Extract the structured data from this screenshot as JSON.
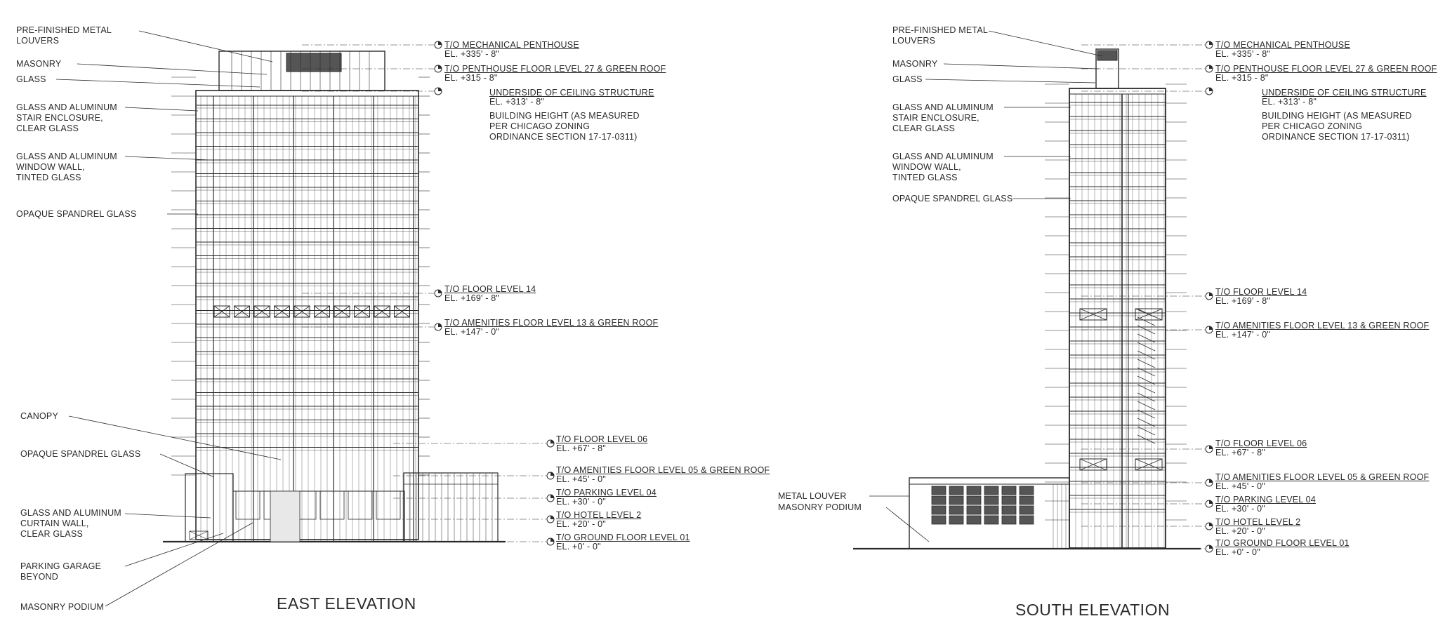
{
  "east": {
    "title": "EAST ELEVATION",
    "labels": [
      "PRE-FINISHED METAL\nLOUVERS",
      "MASONRY",
      "GLASS",
      "GLASS AND ALUMINUM\nSTAIR ENCLOSURE,\nCLEAR GLASS",
      "GLASS AND ALUMINUM\nWINDOW WALL,\nTINTED GLASS",
      "OPAQUE SPANDREL GLASS",
      "CANOPY",
      "OPAQUE SPANDREL GLASS",
      "GLASS AND ALUMINUM\nCURTAIN WALL,\nCLEAR GLASS",
      "PARKING GARAGE\nBEYOND",
      "MASONRY PODIUM"
    ],
    "levels": [
      {
        "name": "T/O MECHANICAL PENTHOUSE",
        "elev": "EL. +335' - 8\""
      },
      {
        "name": "T/O PENTHOUSE FLOOR LEVEL 27 & GREEN ROOF",
        "elev": "EL. +315 - 8\""
      },
      {
        "name": "UNDERSIDE OF CEILING STRUCTURE",
        "elev": "EL. +313' - 8\"",
        "note": "BUILDING HEIGHT (AS MEASURED\nPER CHICAGO ZONING\nORDINANCE SECTION 17-17-0311)"
      },
      {
        "name": "T/O FLOOR LEVEL 14",
        "elev": "EL. +169' - 8\""
      },
      {
        "name": "T/O AMENITIES FLOOR LEVEL 13 & GREEN ROOF",
        "elev": "EL. +147' - 0\""
      },
      {
        "name": "T/O FLOOR LEVEL 06",
        "elev": "EL. +67' - 8\""
      },
      {
        "name": "T/O AMENITIES FLOOR LEVEL 05 & GREEN ROOF",
        "elev": "EL. +45' - 0\""
      },
      {
        "name": "T/O PARKING LEVEL 04",
        "elev": "EL. +30' - 0\""
      },
      {
        "name": "T/O HOTEL LEVEL 2",
        "elev": "EL. +20' - 0\""
      },
      {
        "name": "T/O GROUND FLOOR LEVEL 01",
        "elev": "EL. +0' - 0\""
      }
    ]
  },
  "south": {
    "title": "SOUTH ELEVATION",
    "labels": [
      "PRE-FINISHED METAL\nLOUVERS",
      "MASONRY",
      "GLASS",
      "GLASS AND ALUMINUM\nSTAIR ENCLOSURE,\nCLEAR GLASS",
      "GLASS AND ALUMINUM\nWINDOW WALL,\nTINTED GLASS",
      "OPAQUE SPANDREL GLASS",
      "METAL LOUVER",
      "MASONRY PODIUM"
    ],
    "levels": [
      {
        "name": "T/O MECHANICAL PENTHOUSE",
        "elev": "EL. +335' - 8\""
      },
      {
        "name": "T/O PENTHOUSE FLOOR LEVEL 27 & GREEN ROOF",
        "elev": "EL. +315 - 8\""
      },
      {
        "name": "UNDERSIDE OF CEILING STRUCTURE",
        "elev": "EL. +313' - 8\"",
        "note": "BUILDING HEIGHT (AS MEASURED\nPER CHICAGO ZONING\nORDINANCE SECTION 17-17-0311)"
      },
      {
        "name": "T/O FLOOR LEVEL 14",
        "elev": "EL. +169' - 8\""
      },
      {
        "name": "T/O AMENITIES FLOOR LEVEL 13 & GREEN ROOF",
        "elev": "EL. +147' - 0\""
      },
      {
        "name": "T/O FLOOR LEVEL 06",
        "elev": "EL. +67' - 8\""
      },
      {
        "name": "T/O AMENITIES FLOOR LEVEL 05 & GREEN ROOF",
        "elev": "EL. +45' - 0\""
      },
      {
        "name": "T/O PARKING LEVEL 04",
        "elev": "EL. +30' - 0\""
      },
      {
        "name": "T/O HOTEL LEVEL 2",
        "elev": "EL. +20' - 0\""
      },
      {
        "name": "T/O GROUND FLOOR LEVEL 01",
        "elev": "EL. +0' - 0\""
      }
    ]
  },
  "colors": {
    "ink": "#2a2a2a",
    "dark_fill": "#555555"
  }
}
